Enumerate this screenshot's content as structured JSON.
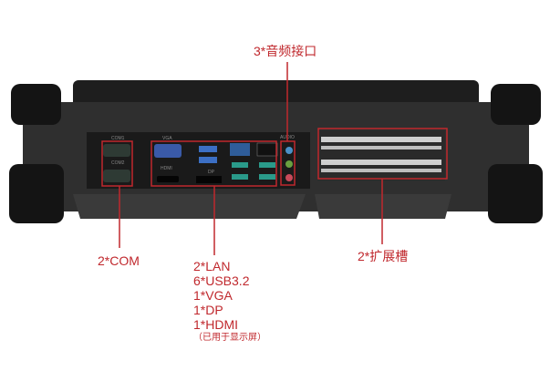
{
  "colors": {
    "annotation": "#c0282d",
    "body": "#2b2b2b",
    "rubber": "#151515"
  },
  "annotations": {
    "audio": "3*音频接口",
    "com": "2*COM",
    "io": [
      "2*LAN",
      "6*USB3.2",
      "1*VGA",
      "1*DP",
      "1*HDMI"
    ],
    "io_note": "（已用于显示屏）",
    "slots": "2*扩展槽"
  },
  "port_labels": {
    "com1": "COM1",
    "com2": "COM2",
    "vga": "VGA",
    "hdmi": "HDMI",
    "dp": "DP",
    "audio": "AUDIO"
  }
}
